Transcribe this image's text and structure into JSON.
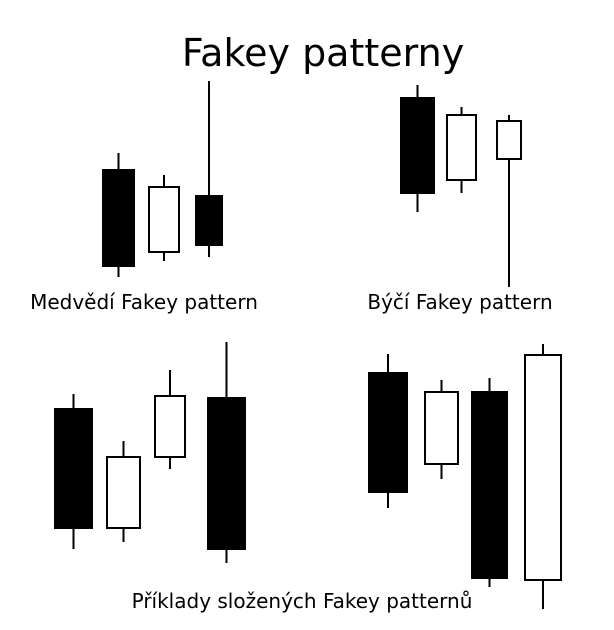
{
  "title": "Fakey patterny",
  "colors": {
    "bear": "#000000",
    "bull": "#ffffff",
    "outline": "#000000",
    "background": "#ffffff"
  },
  "groups": [
    {
      "label": "Medvědí Fakey pattern",
      "candles": [
        {
          "direction": "bearish",
          "high": 153,
          "open": 170,
          "close": 266,
          "low": 277
        },
        {
          "direction": "bullish",
          "high": 175,
          "open": 252,
          "close": 187,
          "low": 261
        },
        {
          "direction": "bearish",
          "high": 81,
          "open": 196,
          "close": 245,
          "low": 257
        }
      ]
    },
    {
      "label": "Býčí Fakey pattern",
      "candles": [
        {
          "direction": "bearish",
          "high": 85,
          "open": 98,
          "close": 193,
          "low": 212
        },
        {
          "direction": "bullish",
          "high": 107,
          "open": 180,
          "close": 115,
          "low": 193
        },
        {
          "direction": "bullish",
          "high": 115,
          "open": 159,
          "close": 121,
          "low": 287
        }
      ]
    },
    {
      "label": "Příklady složených Fakey patternů",
      "candles": [
        {
          "direction": "bearish",
          "high": 394,
          "open": 409,
          "close": 528,
          "low": 549
        },
        {
          "direction": "bullish",
          "high": 441,
          "open": 528,
          "close": 457,
          "low": 542
        },
        {
          "direction": "bullish",
          "high": 370,
          "open": 457,
          "close": 396,
          "low": 469
        },
        {
          "direction": "bearish",
          "high": 342,
          "open": 398,
          "close": 549,
          "low": 563
        },
        {
          "direction": "bearish",
          "high": 354,
          "open": 373,
          "close": 492,
          "low": 508
        },
        {
          "direction": "bullish",
          "high": 380,
          "open": 464,
          "close": 392,
          "low": 479
        },
        {
          "direction": "bearish",
          "high": 378,
          "open": 392,
          "close": 578,
          "low": 587
        },
        {
          "direction": "bullish",
          "high": 344,
          "open": 580,
          "close": 355,
          "low": 609
        }
      ]
    }
  ]
}
